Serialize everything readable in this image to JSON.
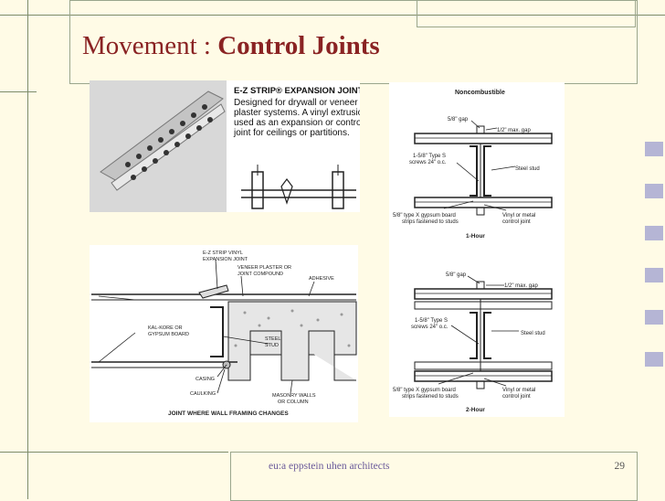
{
  "slide": {
    "title_regular": "Movement : ",
    "title_bold": "Control Joints",
    "footer_credit": "eu:a   eppstein uhen architects",
    "page_number": "29"
  },
  "ez_strip": {
    "heading": "E-Z STRIP® EXPANSION JOINT",
    "description": "Designed for drywall or veneer plaster systems. A vinyl extrusion used as an expansion or control joint for ceilings or partitions."
  },
  "detail_upper": {
    "header": "Noncombustible",
    "gap_label": "5/8\" gap",
    "max_gap_label": "1/2\" max. gap",
    "screws_label_1": "1-5/8\" Type S",
    "screws_label_2": "screws 24\" o.c.",
    "stud_label": "Steel stud",
    "board_label_1": "5/8\" type X gypsum board",
    "board_label_2": "strips fastened to studs",
    "joint_label_1": "Vinyl or metal",
    "joint_label_2": "control joint",
    "rating": "1-Hour"
  },
  "detail_lower": {
    "gap_label": "5/8\" gap",
    "max_gap_label": "1/2\" max. gap",
    "screws_label_1": "1-5/8\" Type S",
    "screws_label_2": "screws 24\" o.c.",
    "stud_label": "Steel stud",
    "board_label_1": "5/8\" type X gypsum board",
    "board_label_2": "strips fastened to studs",
    "joint_label_1": "Vinyl or metal",
    "joint_label_2": "control joint",
    "rating": "2-Hour"
  },
  "framing_detail": {
    "label_ez_1": "E-Z STRIP VINYL",
    "label_ez_2": "EXPANSION JOINT",
    "label_veneer_1": "VENEER PLASTER OR",
    "label_veneer_2": "JOINT COMPOUND",
    "label_adhesive": "ADHESIVE",
    "label_kal_1": "KAL-KORE OR",
    "label_kal_2": "GYPSUM BOARD",
    "label_steel_1": "STEEL",
    "label_steel_2": "STUD",
    "label_casing": "CASING",
    "label_caulking": "CAULKING",
    "label_masonry_1": "MASONRY WALLS",
    "label_masonry_2": "OR COLUMN",
    "caption": "JOINT WHERE WALL FRAMING CHANGES"
  }
}
